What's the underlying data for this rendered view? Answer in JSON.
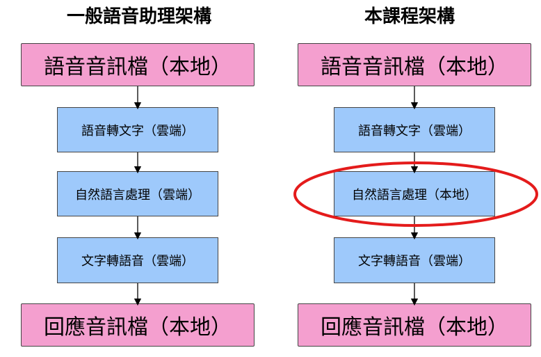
{
  "left": {
    "title": "一般語音助理架構",
    "steps": [
      "語音音訊檔（本地）",
      "語音轉文字（雲端）",
      "自然語言處理（雲端）",
      "文字轉語音（雲端）",
      "回應音訊檔（本地）"
    ]
  },
  "right": {
    "title": "本課程架構",
    "steps": [
      "語音音訊檔（本地）",
      "語音轉文字（雲端）",
      "自然語言處理（本地）",
      "文字轉語音（雲端）",
      "回應音訊檔（本地）"
    ],
    "highlighted_step": "自然語言處理（本地）"
  },
  "colors": {
    "pink": "#f49fcf",
    "blue": "#9ec9fb",
    "highlight": "#e41b1b"
  }
}
